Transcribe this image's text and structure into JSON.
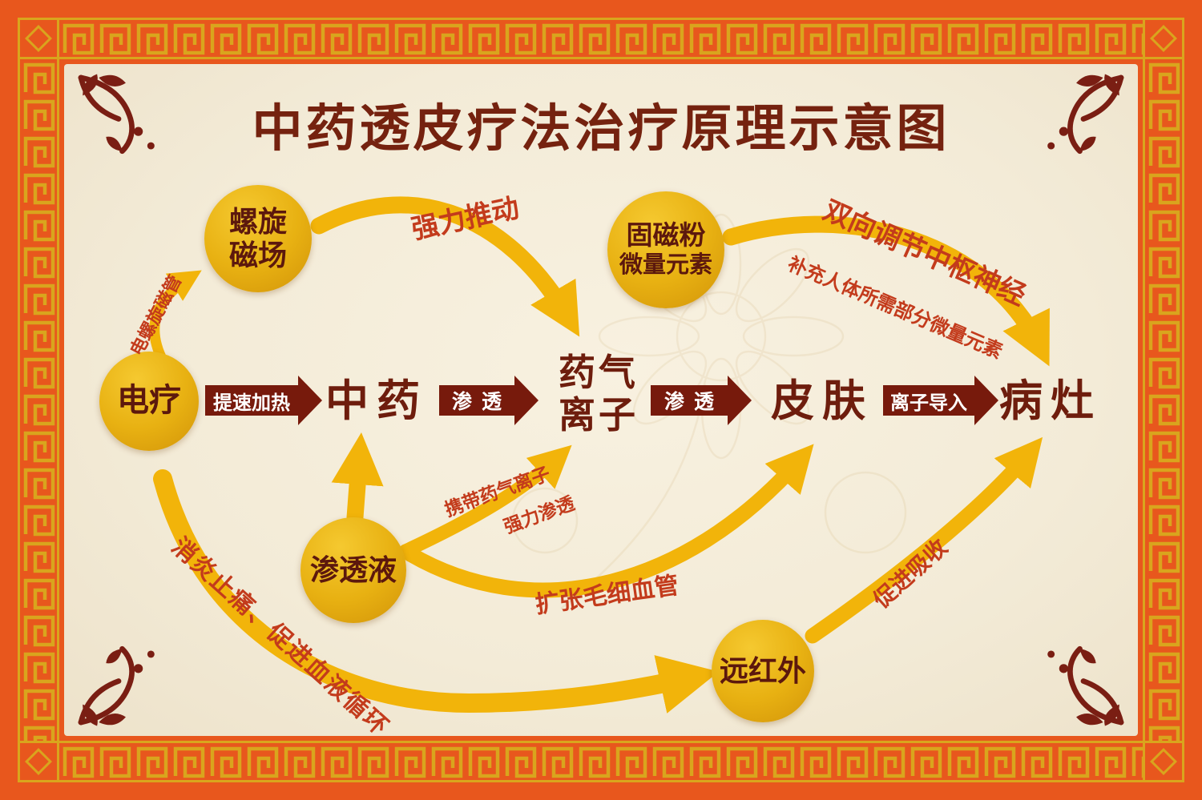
{
  "title": "中药透皮疗法治疗原理示意图",
  "circles": {
    "spiral_field": {
      "line1": "螺旋",
      "line2": "磁场"
    },
    "electrotherapy": {
      "label": "电疗"
    },
    "magnetic_powder": {
      "line1": "固磁粉",
      "line2": "微量元素"
    },
    "penetrating_fluid": {
      "label": "渗透液"
    },
    "far_infrared": {
      "label": "远红外"
    }
  },
  "flow": {
    "herbal_medicine": "中药",
    "medicine_gas_line1": "药气",
    "medicine_gas_line2": "离子",
    "skin": "皮肤",
    "lesion": "病灶"
  },
  "flow_arrows": {
    "speed_heat": "提速加热",
    "penetrate_1": "渗透",
    "penetrate_2": "渗透",
    "ion_import": "离子导入"
  },
  "curve_labels": {
    "strong_push": "强力推动",
    "electric_spiral_tube": "电螺旋磁管",
    "bidirectional_regulation": "双向调节中枢神经",
    "supplement_elements": "补充人体所需部分微量元素",
    "carry_ions": "携带药气离子",
    "strong_penetration": "强力渗透",
    "dilate_capillaries": "扩张毛细血管",
    "promote_absorption": "促进吸收",
    "anti_inflammatory": "消炎止痛、促进血液循环"
  },
  "colors": {
    "border_orange": "#e8571d",
    "frame_gold": "#d9a51d",
    "background_cream": "#f3ebd7",
    "dark_maroon": "#6e1d0d",
    "label_red": "#c33b1c",
    "arrow_gold": "#f2b40a",
    "circle_gold": "#e8b112"
  }
}
